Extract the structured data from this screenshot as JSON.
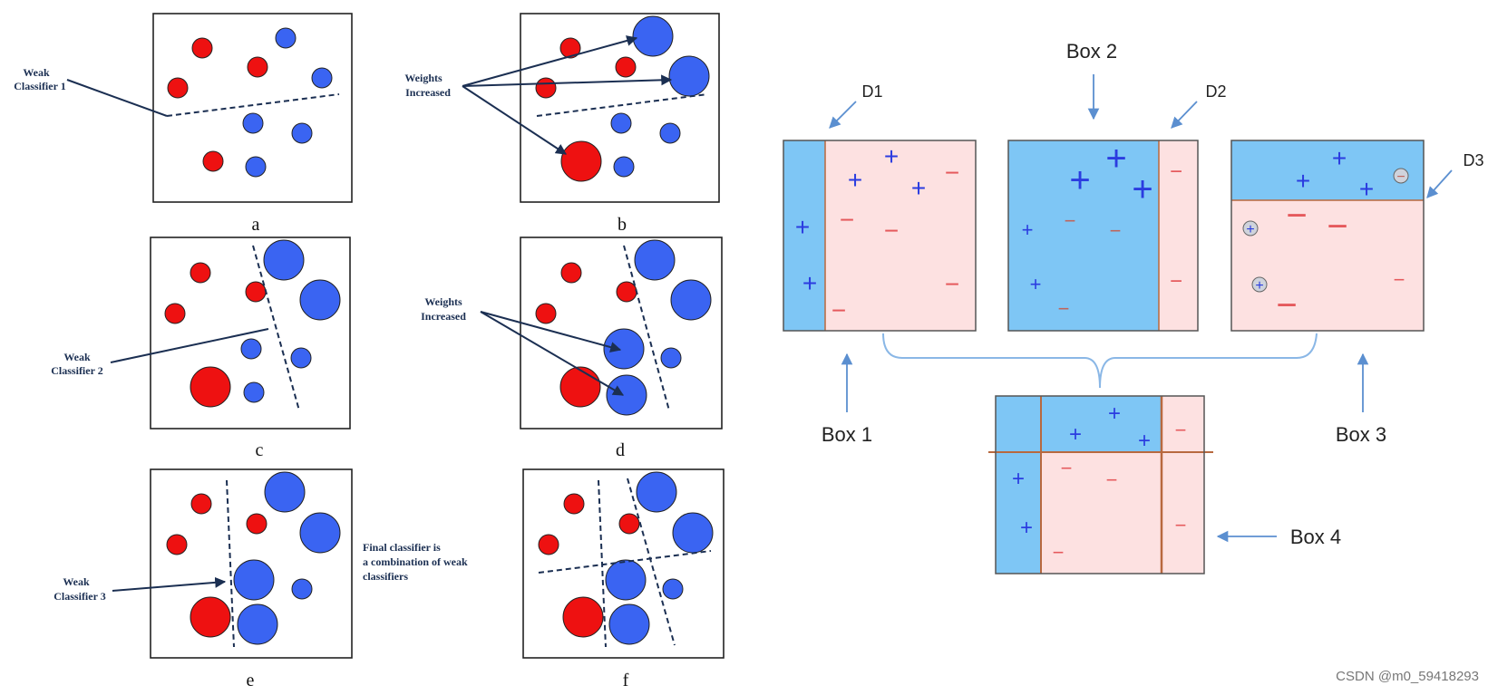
{
  "colors": {
    "red_point": "#ee1111",
    "blue_point": "#3a64f2",
    "navy_text": "#1b2f52",
    "region_blue": "#7ec6f5",
    "region_pink": "#fde1e1",
    "plus_mark": "#2b3ce0",
    "minus_mark": "#e5595c",
    "divider": "#b8693f",
    "callout": "#5b8fd0"
  },
  "left_panels": {
    "a": "a",
    "b": "b",
    "c": "c",
    "d": "d",
    "e": "e",
    "f": "f"
  },
  "left_annotations": {
    "weak_classifier_1": [
      "Weak",
      "Classifier 1"
    ],
    "weights_increased_b": [
      "Weights",
      "Increased"
    ],
    "weak_classifier_2": [
      "Weak",
      "Classifier 2"
    ],
    "weights_increased_d": [
      "Weights",
      "Increased"
    ],
    "weak_classifier_3": [
      "Weak",
      "Classifier 3"
    ],
    "final_classifier": [
      "Final classifier is",
      "a combination of weak",
      "classifiers"
    ]
  },
  "right_labels": {
    "box1": "Box 1",
    "box2": "Box 2",
    "box3": "Box 3",
    "box4": "Box 4",
    "d1": "D1",
    "d2": "D2",
    "d3": "D3"
  },
  "symbols": {
    "plus": "+",
    "minus": "−"
  },
  "watermark": "CSDN @m0_59418293"
}
